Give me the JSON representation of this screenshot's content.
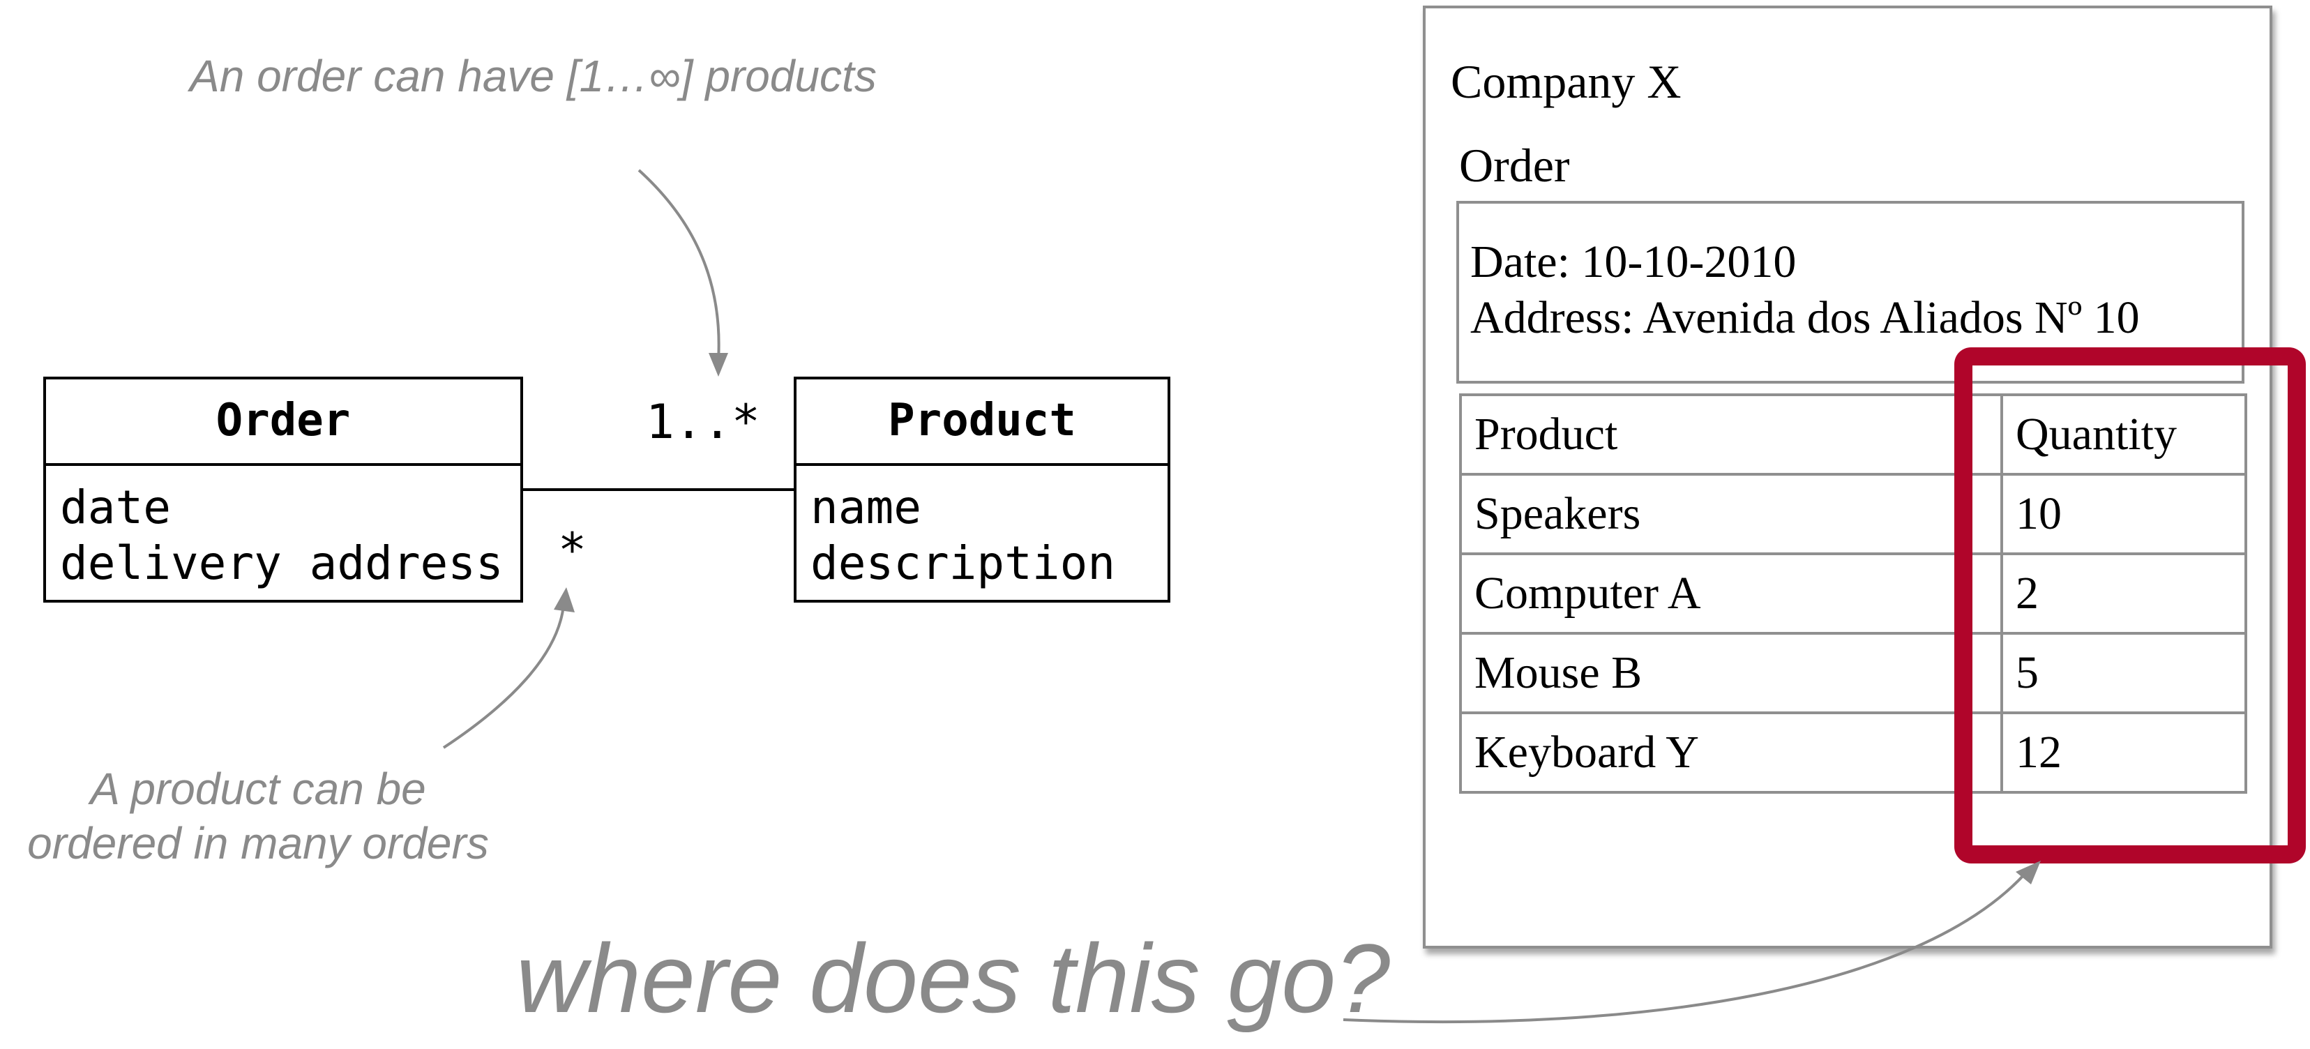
{
  "uml": {
    "order_class": {
      "name": "Order",
      "attributes": [
        "date",
        "delivery address"
      ]
    },
    "product_class": {
      "name": "Product",
      "attributes": [
        "name",
        "description"
      ]
    },
    "multiplicity_product_side": "1..*",
    "multiplicity_order_side": "*"
  },
  "annotations": {
    "top_note": "An order can have [1…∞] products",
    "bottom_note_lines": [
      "A product can be",
      "ordered in many orders"
    ],
    "question": "where does this go?"
  },
  "document": {
    "company": "Company X",
    "heading": "Order",
    "date_line": "Date: 10-10-2010",
    "address_line": "Address: Avenida dos Aliados Nº 10",
    "table": {
      "headers": [
        "Product",
        "Quantity"
      ],
      "rows": [
        [
          "Speakers",
          "10"
        ],
        [
          "Computer A",
          "2"
        ],
        [
          "Mouse B",
          "5"
        ],
        [
          "Keyboard Y",
          "12"
        ]
      ]
    }
  },
  "colors": {
    "highlight": "#b0052a",
    "annotation_gray": "#8a8a8a",
    "border_gray": "#8f8f8f"
  }
}
